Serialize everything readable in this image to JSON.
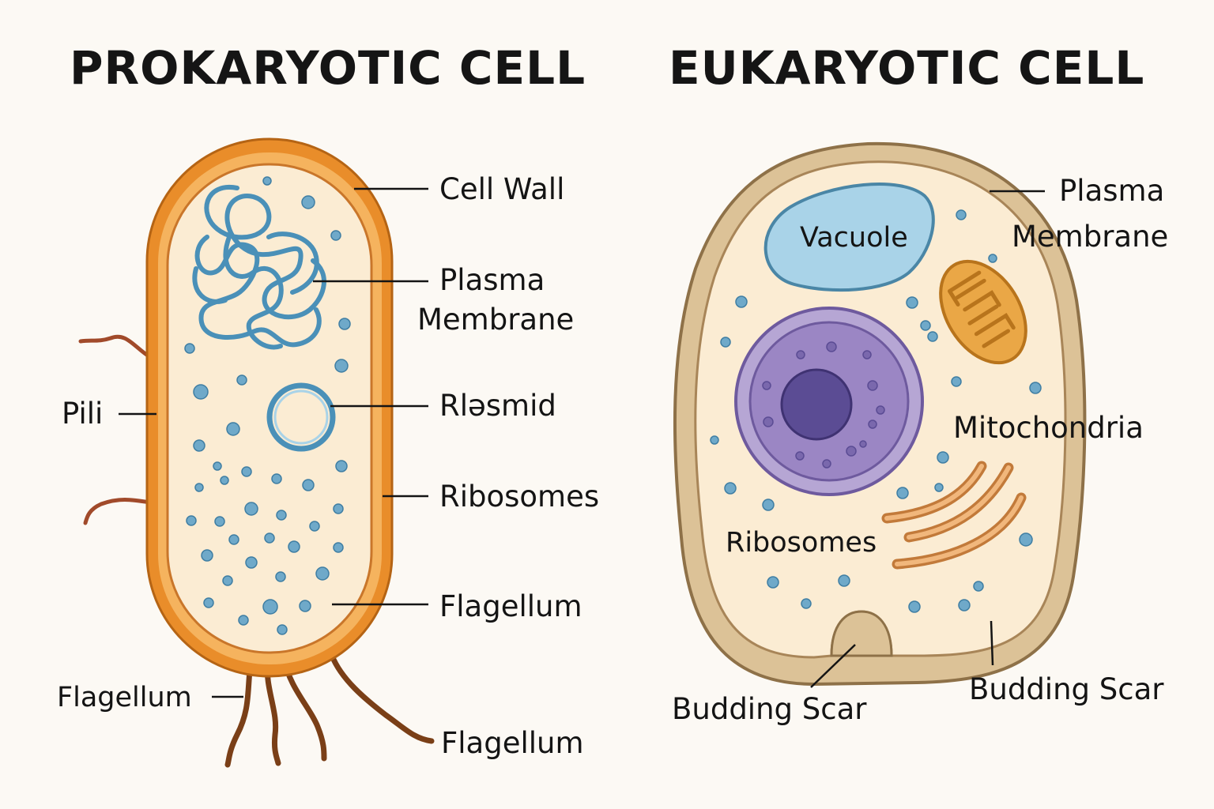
{
  "titles": {
    "prokaryotic": "PROKARYOTIC CELL",
    "eukaryotic": "EUKARYOTIC CELL"
  },
  "prokaryotic_labels": {
    "cell_wall": "Cell Wall",
    "plasma_membrane_line1": "Plasma",
    "plasma_membrane_line2": "Membrane",
    "plasmid": "Rləsmid",
    "ribosomes": "Ribosomes",
    "flagellum_inner": "Flagellum",
    "pili": "Pili",
    "flagellum_left": "Flagellum",
    "flagellum_bottom": "Flagellum"
  },
  "eukaryotic_labels": {
    "plasma_membrane_line1": "Plasma",
    "plasma_membrane_line2": "Membrane",
    "vacuole": "Vacuole",
    "mitochondria": "Mitochondria",
    "ribosomes": "Ribosomes",
    "budding_scar_left": "Budding Scar",
    "budding_scar_right": "Budding Scar"
  },
  "colors": {
    "background": "#fcf9f4",
    "cell_wall_orange": "#e98d2a",
    "cytoplasm": "#fbecd3",
    "dna_blue": "#4a90b8",
    "ribosome_blue": "#6fa9c9",
    "nucleus_purple": "#9b86c4",
    "nucleolus": "#5b4c94",
    "vacuole_blue": "#a9d3e8",
    "mitochondrion_orange": "#eaa746",
    "golgi_orange": "#e0a15e",
    "eukaryote_wall_tan": "#dcc297",
    "flagellum_brown": "#8b4a1c"
  }
}
